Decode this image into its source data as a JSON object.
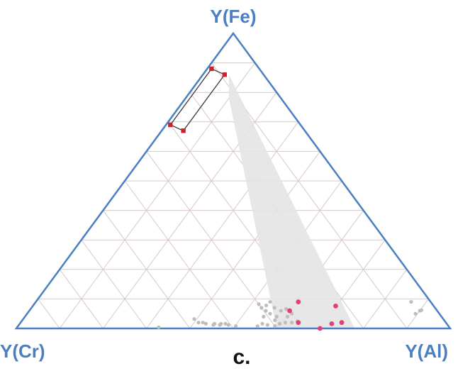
{
  "chart_data": {
    "type": "ternary",
    "vertices": {
      "top": "Y(Fe)",
      "left": "Y(Cr)",
      "right": "Y(Al)"
    },
    "panel_label": "c.",
    "grid_divisions": 10,
    "colors": {
      "axis": "#4a7fc1",
      "grid": "#d8c8c8",
      "band": "#e4e4e4",
      "rect": "#3a3a3a",
      "rect_marker": "#d0202a",
      "grey_points": "#bdbdbd",
      "pink_points": "#e0407a"
    },
    "band_polygon": [
      {
        "Fe": 0.86,
        "Cr": 0.08,
        "Al": 0.06
      },
      {
        "Fe": 0.78,
        "Cr": 0.12,
        "Al": 0.1
      },
      {
        "Fe": 0.0,
        "Cr": 0.4,
        "Al": 0.6
      },
      {
        "Fe": 0.0,
        "Cr": 0.22,
        "Al": 0.78
      }
    ],
    "composition_box": [
      {
        "Fe": 0.88,
        "Cr": 0.11,
        "Al": 0.01
      },
      {
        "Fe": 0.69,
        "Cr": 0.3,
        "Al": 0.01
      },
      {
        "Fe": 0.67,
        "Cr": 0.28,
        "Al": 0.05
      },
      {
        "Fe": 0.86,
        "Cr": 0.09,
        "Al": 0.05
      }
    ],
    "series": [
      {
        "marker": "grey",
        "points": [
          {
            "Fe": 0.004,
            "Cr": 0.67,
            "Al": 0.326
          },
          {
            "Fe": 0.032,
            "Cr": 0.574,
            "Al": 0.394
          },
          {
            "Fe": 0.02,
            "Cr": 0.57,
            "Al": 0.41
          },
          {
            "Fe": 0.02,
            "Cr": 0.56,
            "Al": 0.42
          },
          {
            "Fe": 0.016,
            "Cr": 0.555,
            "Al": 0.429
          },
          {
            "Fe": 0.012,
            "Cr": 0.54,
            "Al": 0.448
          },
          {
            "Fe": 0.016,
            "Cr": 0.535,
            "Al": 0.449
          },
          {
            "Fe": 0.012,
            "Cr": 0.525,
            "Al": 0.463
          },
          {
            "Fe": 0.016,
            "Cr": 0.52,
            "Al": 0.464
          },
          {
            "Fe": 0.016,
            "Cr": 0.51,
            "Al": 0.474
          },
          {
            "Fe": 0.012,
            "Cr": 0.505,
            "Al": 0.483
          },
          {
            "Fe": 0.008,
            "Cr": 0.49,
            "Al": 0.502
          },
          {
            "Fe": 0.008,
            "Cr": 0.44,
            "Al": 0.552
          },
          {
            "Fe": 0.016,
            "Cr": 0.425,
            "Al": 0.559
          },
          {
            "Fe": 0.012,
            "Cr": 0.415,
            "Al": 0.573
          },
          {
            "Fe": 0.008,
            "Cr": 0.4,
            "Al": 0.592
          },
          {
            "Fe": 0.016,
            "Cr": 0.385,
            "Al": 0.599
          },
          {
            "Fe": 0.02,
            "Cr": 0.37,
            "Al": 0.61
          },
          {
            "Fe": 0.02,
            "Cr": 0.355,
            "Al": 0.625
          },
          {
            "Fe": 0.024,
            "Cr": 0.34,
            "Al": 0.636
          },
          {
            "Fe": 0.028,
            "Cr": 0.39,
            "Al": 0.582
          },
          {
            "Fe": 0.04,
            "Cr": 0.41,
            "Al": 0.55
          },
          {
            "Fe": 0.06,
            "Cr": 0.395,
            "Al": 0.545
          },
          {
            "Fe": 0.05,
            "Cr": 0.39,
            "Al": 0.56
          },
          {
            "Fe": 0.04,
            "Cr": 0.38,
            "Al": 0.58
          },
          {
            "Fe": 0.07,
            "Cr": 0.37,
            "Al": 0.56
          },
          {
            "Fe": 0.082,
            "Cr": 0.4,
            "Al": 0.518
          },
          {
            "Fe": 0.078,
            "Cr": 0.385,
            "Al": 0.537
          },
          {
            "Fe": 0.06,
            "Cr": 0.36,
            "Al": 0.58
          },
          {
            "Fe": 0.04,
            "Cr": 0.355,
            "Al": 0.605
          },
          {
            "Fe": 0.09,
            "Cr": 0.37,
            "Al": 0.54
          },
          {
            "Fe": 0.066,
            "Cr": 0.345,
            "Al": 0.589
          },
          {
            "Fe": 0.05,
            "Cr": 0.34,
            "Al": 0.61
          },
          {
            "Fe": 0.07,
            "Cr": 0.4,
            "Al": 0.53
          },
          {
            "Fe": 0.09,
            "Cr": 0.045,
            "Al": 0.865
          },
          {
            "Fe": 0.05,
            "Cr": 0.055,
            "Al": 0.895
          },
          {
            "Fe": 0.06,
            "Cr": 0.04,
            "Al": 0.9
          },
          {
            "Fe": 0.062,
            "Cr": 0.035,
            "Al": 0.903
          }
        ]
      },
      {
        "marker": "pink",
        "points": [
          {
            "Fe": 0.06,
            "Cr": 0.34,
            "Al": 0.6
          },
          {
            "Fe": 0.09,
            "Cr": 0.305,
            "Al": 0.605
          },
          {
            "Fe": 0.02,
            "Cr": 0.34,
            "Al": 0.64
          },
          {
            "Fe": 0.076,
            "Cr": 0.226,
            "Al": 0.698
          },
          {
            "Fe": 0.016,
            "Cr": 0.265,
            "Al": 0.719
          },
          {
            "Fe": 0.0,
            "Cr": 0.3,
            "Al": 0.7
          },
          {
            "Fe": 0.02,
            "Cr": 0.24,
            "Al": 0.74
          }
        ]
      }
    ]
  }
}
